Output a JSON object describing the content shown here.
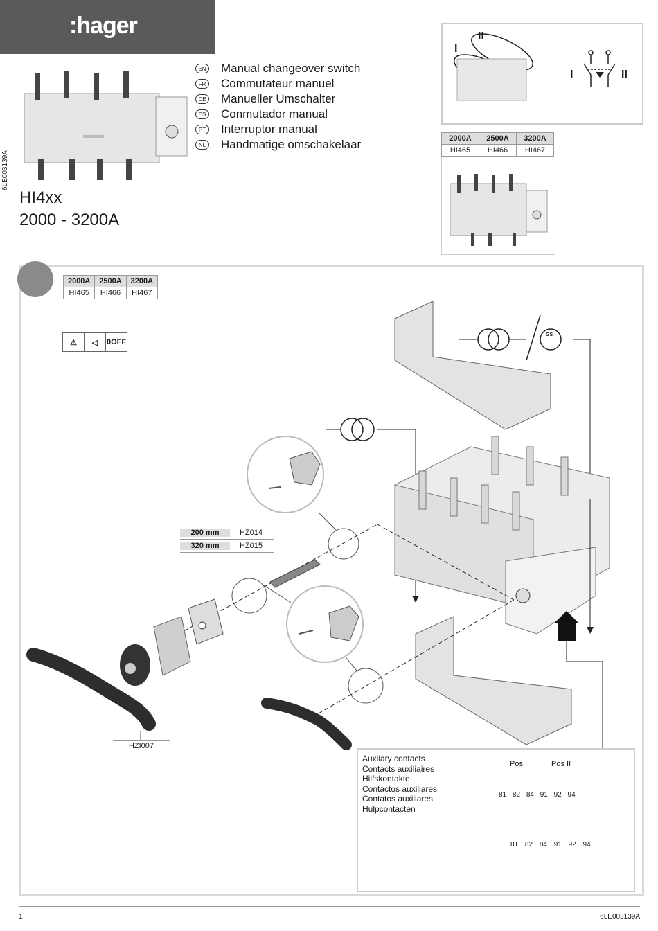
{
  "brand": {
    "logo": ":hager"
  },
  "document_code": "6LE003139A",
  "model": "HI4xx",
  "range": "2000 - 3200A",
  "languages": [
    {
      "code": "EN",
      "name": "Manual changeover switch"
    },
    {
      "code": "FR",
      "name": "Commutateur manuel"
    },
    {
      "code": "DE",
      "name": "Manueller Umschalter"
    },
    {
      "code": "ES",
      "name": "Conmutador manual"
    },
    {
      "code": "PT",
      "name": "Interruptor manual"
    },
    {
      "code": "NL",
      "name": "Handmatige omschakelaar"
    }
  ],
  "ratings": {
    "headers": [
      "2000A",
      "2500A",
      "3200A"
    ],
    "refs": [
      "HI465",
      "HI466",
      "HI467"
    ]
  },
  "positions": {
    "pos1": "I",
    "pos2": "II"
  },
  "warning": {
    "off_value": "0",
    "off_label": "OFF"
  },
  "generator_label": "GS",
  "rods": [
    {
      "length": "200 mm",
      "ref": "HZ014"
    },
    {
      "length": "320 mm",
      "ref": "HZ015"
    }
  ],
  "handle_ref": "HZI007",
  "aux": {
    "titles": [
      "Auxilary contacts",
      "Contacts auxiliaires",
      "Hilfskontakte",
      "Contactos auxiliares",
      "Contatos auxiliares",
      "Hulpcontacten"
    ],
    "pos_labels": [
      "Pos I",
      "Pos II"
    ],
    "terminals": [
      "81",
      "82",
      "84",
      "91",
      "92",
      "94"
    ]
  },
  "footer": {
    "page": "1",
    "docid": "6LE003139A"
  }
}
